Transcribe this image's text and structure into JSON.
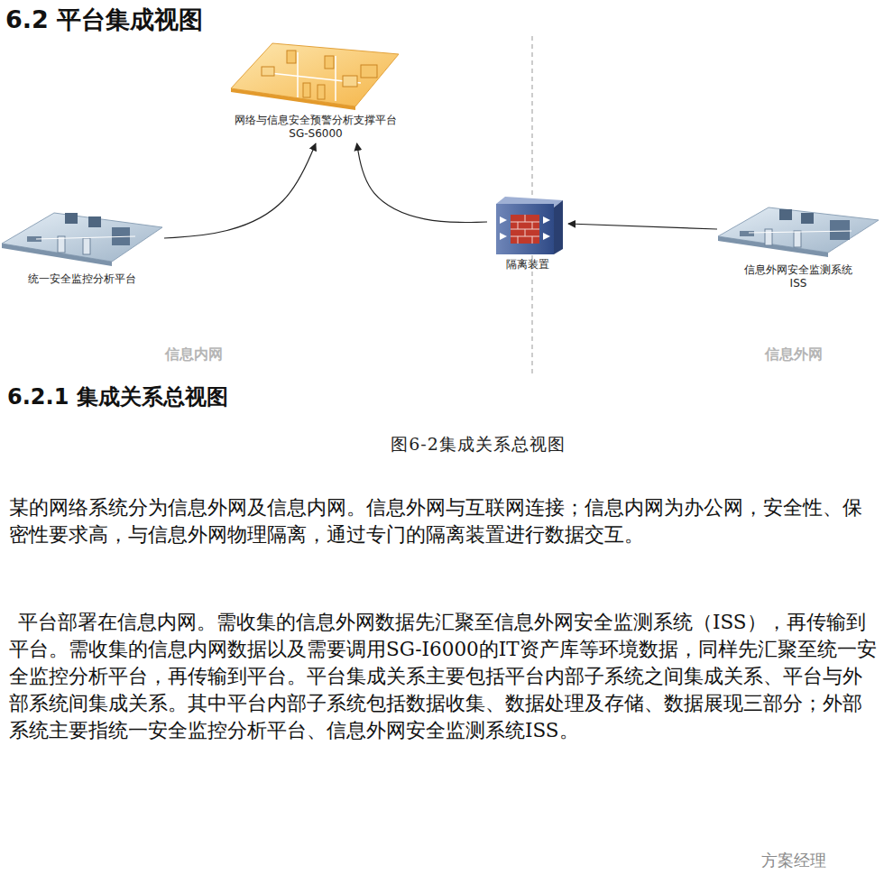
{
  "diagram": {
    "title": "6.2 平台集成视图",
    "caption": "图6-2集成关系总视图",
    "nodes": [
      {
        "text": [
          "网络与信息安全预警分析支撑平台 SG-S6000"
        ]
      },
      {
        "text": [
          "统一安全监控分析平台"
        ]
      },
      {
        "text": [
          "隔离装置"
        ]
      },
      {
        "text": [
          "信息外网安全监测系统 ISS"
        ]
      }
    ],
    "edges": [
      {
        "from": 1,
        "to": 0,
        "arrow": "to"
      },
      {
        "from": 2,
        "to": 0,
        "arrow": "to"
      },
      {
        "from": 3,
        "to": 2,
        "arrow": "to"
      }
    ],
    "labels": [
      "信息内网",
      "信息外网",
      "6.2.1 集成关系总视图",
      "某的网络系统分为信息外网及信息内网。信息外网与互联网连接；信息内网为办公网，安全性、保密性要求高，与信息外网物理隔离，通过专门的隔离装置进行数据交互。",
      "平台部署在信息内网。需收集的信息外网数据先汇聚至信息外网安全监测系统（ISS），再传输到平台。需收集的信息内网数据以及需要调用SG-I6000的IT资产库等环境数据，同样先汇聚至统一安全监控分析平台，再传输到平台。平台集成关系主要包括平台内部子系统之间集成关系、平台与外部系统间集成关系。其中平台内部子系统包括数据收集、数据处理及存储、数据展现三部分；外部系统主要指统一安全监控分析平台、信息外网安全监测系统ISS。",
      "方案经理"
    ]
  }
}
